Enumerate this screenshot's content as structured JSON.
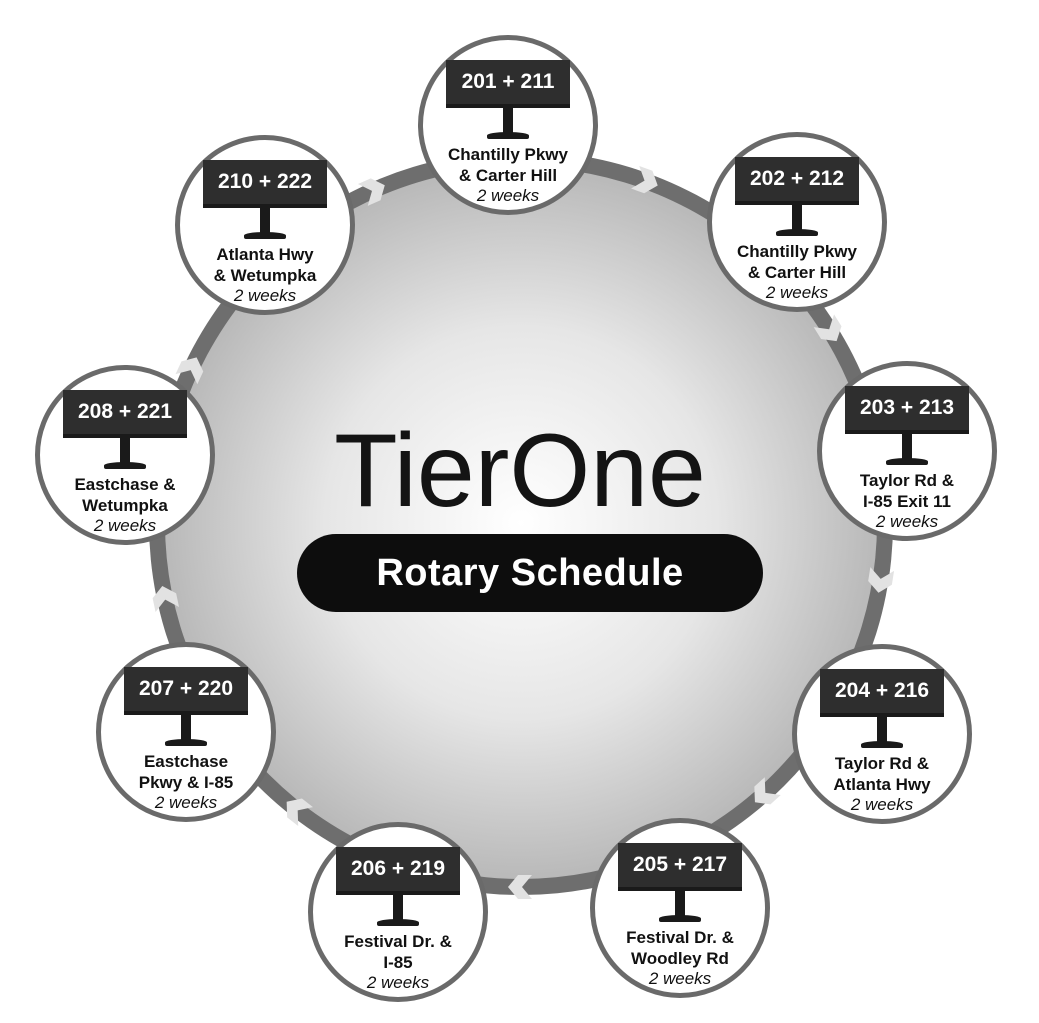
{
  "title": "TierOne",
  "subtitle": "Rotary Schedule",
  "colors": {
    "ring": "#6e6e6e",
    "arrow": "#e2e2e2",
    "node_border": "#6a6a6a",
    "sign": "#2e2e2e",
    "pill": "#0d0d0d"
  },
  "nodes": [
    {
      "code": "201 + 211",
      "line1": "Chantilly Pkwy",
      "line2": "& Carter Hill",
      "duration": "2 weeks"
    },
    {
      "code": "202 + 212",
      "line1": "Chantilly Pkwy",
      "line2": "& Carter Hill",
      "duration": "2 weeks"
    },
    {
      "code": "203 + 213",
      "line1": "Taylor Rd &",
      "line2": "I-85 Exit 11",
      "duration": "2 weeks"
    },
    {
      "code": "204 + 216",
      "line1": "Taylor Rd &",
      "line2": "Atlanta Hwy",
      "duration": "2 weeks"
    },
    {
      "code": "205 + 217",
      "line1": "Festival Dr. &",
      "line2": "Woodley Rd",
      "duration": "2 weeks"
    },
    {
      "code": "206 + 219",
      "line1": "Festival Dr. &",
      "line2": "I-85",
      "duration": "2 weeks"
    },
    {
      "code": "207 + 220",
      "line1": "Eastchase",
      "line2": "Pkwy & I-85",
      "duration": "2 weeks"
    },
    {
      "code": "208 + 221",
      "line1": "Eastchase &",
      "line2": "Wetumpka",
      "duration": "2 weeks"
    },
    {
      "code": "210 + 222",
      "line1": "Atlanta Hwy",
      "line2": "& Wetumpka",
      "duration": "2 weeks"
    }
  ],
  "flow_icon": "chevron-right-icon"
}
